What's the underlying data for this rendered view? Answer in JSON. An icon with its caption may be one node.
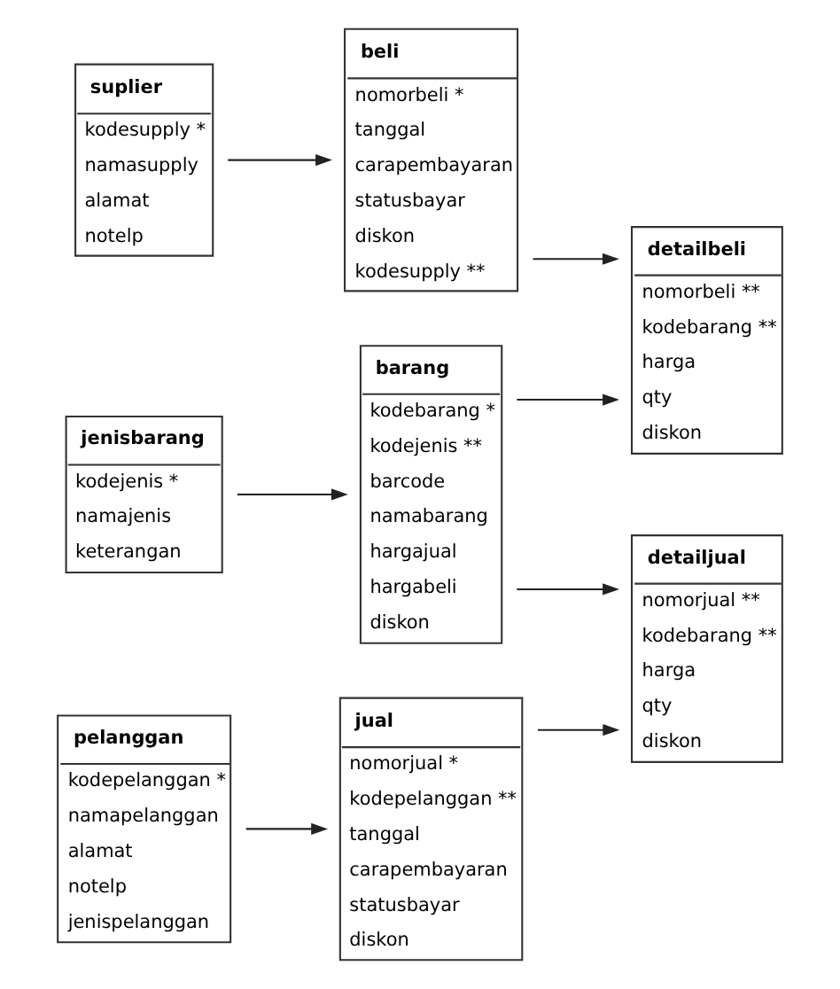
{
  "diagram": {
    "nodes": [
      {
        "text": [
          "detailjual",
          "nomorjual **",
          "kodebarang **",
          "harga",
          "qty",
          "diskon"
        ]
      },
      {
        "text": [
          "jenisbarang",
          "kodejenis *",
          "namajenis",
          "keterangan"
        ]
      },
      {
        "text": [
          "barang",
          "kodebarang *",
          "kodejenis **",
          "barcode",
          "namabarang",
          "hargajual",
          "hargabeli",
          "diskon"
        ]
      },
      {
        "text": [
          "jual",
          "nomorjual *",
          "kodepelanggan **",
          "tanggal",
          "carapembayaran",
          "statusbayar",
          "diskon"
        ]
      },
      {
        "text": [
          "detailbeli",
          "nomorbeli **",
          "kodebarang **",
          "harga",
          "qty",
          "diskon"
        ]
      },
      {
        "text": [
          "beli",
          "nomorbeli *",
          "tanggal",
          "carapembayaran",
          "statusbayar",
          "diskon",
          "kodesupply **"
        ]
      },
      {
        "text": [
          "pelanggan",
          "kodepelanggan *",
          "namapelanggan",
          "alamat",
          "notelp",
          "jenispelanggan"
        ]
      },
      {
        "text": [
          "suplier",
          "kodesupply *",
          "namasupply",
          "alamat",
          "notelp"
        ]
      }
    ],
    "edges": [
      {
        "from": 1,
        "to": 2,
        "arrow": "to"
      },
      {
        "from": 2,
        "to": 0,
        "arrow": "to"
      },
      {
        "from": 2,
        "to": 4,
        "arrow": "to"
      },
      {
        "from": 3,
        "to": 0,
        "arrow": "to"
      },
      {
        "from": 6,
        "to": 3,
        "arrow": "to"
      },
      {
        "from": 5,
        "to": 4,
        "arrow": "to"
      },
      {
        "from": 7,
        "to": 5,
        "arrow": "to"
      }
    ]
  }
}
